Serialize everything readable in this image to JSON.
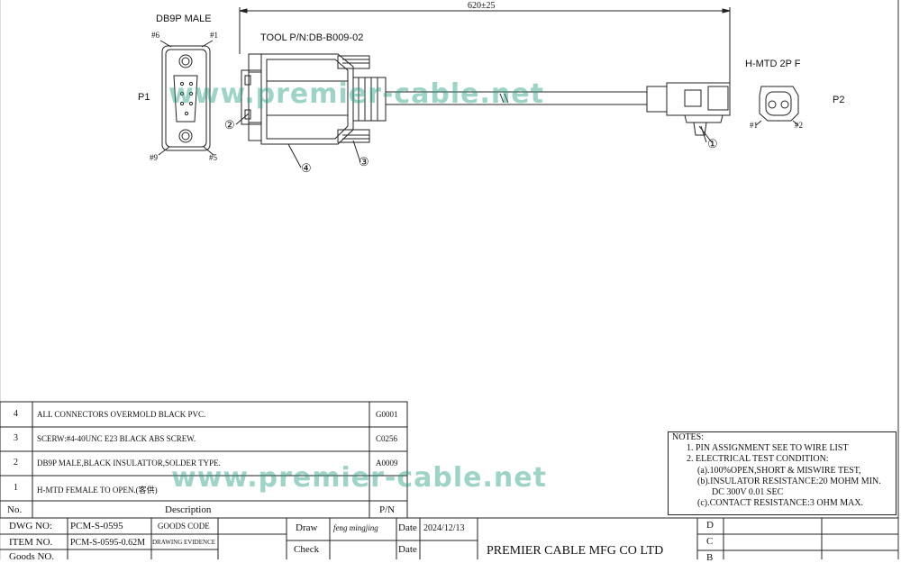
{
  "drawing": {
    "connector_p1_title": "DB9P MALE",
    "connector_p2_title": "H-MTD 2P F",
    "tool_pn": "TOOL P/N:DB-B009-02",
    "length": "620±25",
    "p1_label": "P1",
    "p2_label": "P2",
    "pin6": "#6",
    "pin1": "#1",
    "pin9": "#9",
    "pin5": "#5",
    "p2_pin1": "#1",
    "p2_pin2": "#2",
    "callouts": [
      "①",
      "②",
      "③",
      "④"
    ],
    "watermark": "www.premier-cable.net"
  },
  "bom": {
    "rows": [
      {
        "no": "4",
        "desc": "ALL CONNECTORS OVERMOLD BLACK PVC.",
        "pn": "G0001"
      },
      {
        "no": "3",
        "desc": "SCERW:#4-40UNC E23 BLACK ABS SCREW.",
        "pn": "C0256"
      },
      {
        "no": "2",
        "desc": "DB9P MALE,BLACK INSULATTOR,SOLDER TYPE.",
        "pn": "A0009"
      },
      {
        "no": "1",
        "desc": "H-MTD FEMALE TO OPEN.(客供)",
        "pn": ""
      }
    ],
    "header": {
      "no": "No.",
      "desc": "Description",
      "pn": "P/N"
    }
  },
  "notes": {
    "title": "NOTES:",
    "lines": [
      "1.  PIN ASSIGNMENT SEE TO WIRE LIST",
      "2.  ELECTRICAL TEST CONDITION:",
      "(a).100%OPEN,SHORT & MISWIRE TEST,",
      "(b).INSULATOR RESISTANCE:20 MOHM MIN.",
      "DC 300V 0.01 SEC",
      "(c).CONTACT RESISTANCE:3 OHM MAX."
    ]
  },
  "titleblock": {
    "dwg_label": "DWG NO:",
    "dwg_value": "PCM-S-0595",
    "goods_code": "GOODS CODE",
    "item_label": "ITEM NO.",
    "item_value": "PCM-S-0595-0.62M",
    "drawing_evidence": "DRAWING EVIDENCE",
    "goods_no": "Goods NO.",
    "draw": "Draw",
    "draw_sign": "feng mingjing",
    "check": "Check",
    "date_label": "Date",
    "date_value": "2024/12/13",
    "date_label2": "Date",
    "company": "PREMIER CABLE MFG CO LTD",
    "rev_d": "D",
    "rev_c": "C",
    "rev_b": "B"
  }
}
